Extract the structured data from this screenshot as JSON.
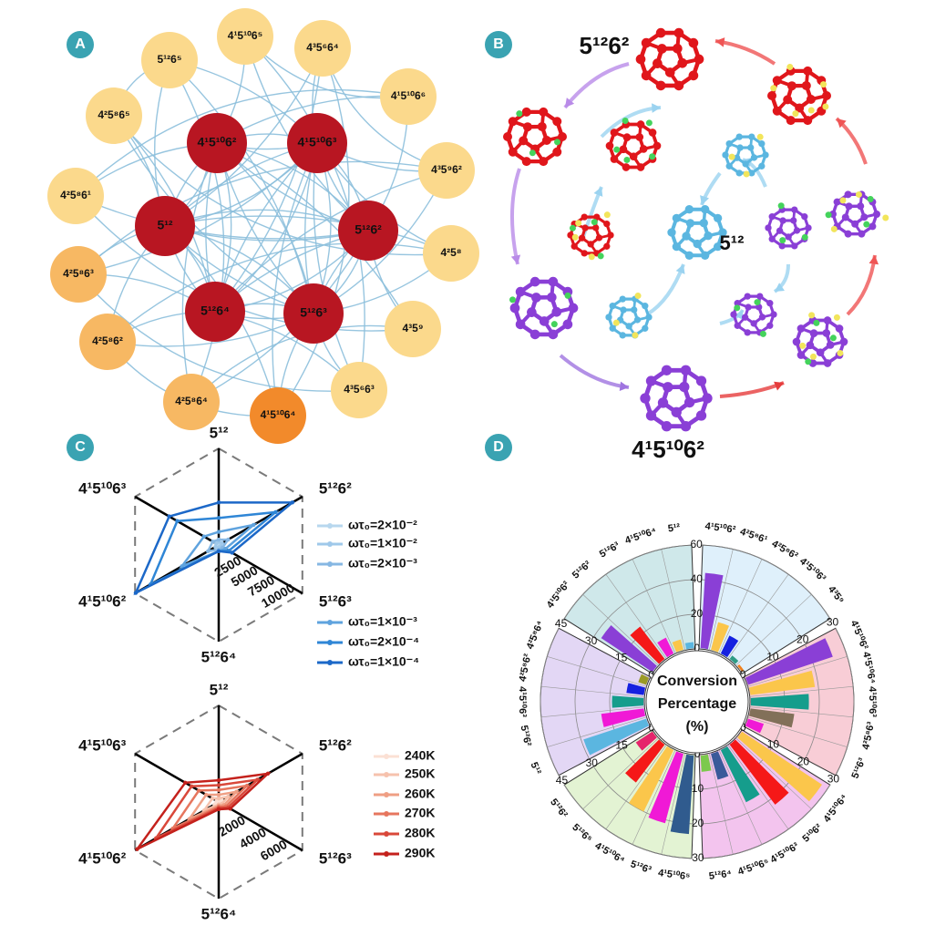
{
  "panels": {
    "A": "A",
    "B": "B",
    "C": "C",
    "D": "D"
  },
  "colors": {
    "badge": "#3aa3b2",
    "hub": "#b81622",
    "edge": "#8cbfdc",
    "leaf_pale": "#fbd98c",
    "leaf_mid": "#f7b863",
    "leaf_orange": "#f28a2b",
    "blue_cage": "#5bb6e0",
    "red_cage": "#e0161b",
    "purple_cage": "#8a3fd6"
  },
  "network": {
    "hubs": [
      {
        "id": "h1",
        "base": "4",
        "exps": [
          "1",
          "10",
          "2"
        ],
        "mid": [
          "5",
          "6"
        ],
        "text": "4¹5¹⁰6²"
      },
      {
        "id": "h2",
        "text": "4¹5¹⁰6³"
      },
      {
        "id": "h3",
        "text": "5¹²"
      },
      {
        "id": "h4",
        "text": "5¹²6²"
      },
      {
        "id": "h5",
        "text": "5¹²6⁴"
      },
      {
        "id": "h6",
        "text": "5¹²6³"
      }
    ],
    "leaves": [
      {
        "id": "l1",
        "text": "4¹5¹⁰6⁵",
        "shade": "pale"
      },
      {
        "id": "l2",
        "text": "5¹²6⁵",
        "shade": "pale"
      },
      {
        "id": "l3",
        "text": "4³5⁶6⁴",
        "shade": "pale"
      },
      {
        "id": "l4",
        "text": "4¹5¹⁰6⁶",
        "shade": "pale"
      },
      {
        "id": "l5",
        "text": "4²5⁸6⁵",
        "shade": "pale"
      },
      {
        "id": "l6",
        "text": "4³5⁹6²",
        "shade": "pale"
      },
      {
        "id": "l7",
        "text": "4²5⁸6¹",
        "shade": "pale"
      },
      {
        "id": "l8",
        "text": "4²5⁸",
        "shade": "pale"
      },
      {
        "id": "l9",
        "text": "4²5⁸6³",
        "shade": "mid"
      },
      {
        "id": "l10",
        "text": "4³5⁹",
        "shade": "pale"
      },
      {
        "id": "l11",
        "text": "4²5⁸6²",
        "shade": "mid"
      },
      {
        "id": "l12",
        "text": "4³5⁶6³",
        "shade": "pale"
      },
      {
        "id": "l13",
        "text": "4²5⁸6⁴",
        "shade": "mid"
      },
      {
        "id": "l14",
        "text": "4¹5¹⁰6⁴",
        "shade": "orange"
      }
    ]
  },
  "cycle": {
    "top_label": "5¹²6²",
    "center_label": "5¹²",
    "bottom_label": "4¹5¹⁰6²"
  },
  "chart_data": [
    {
      "type": "radar",
      "axes": [
        "5¹²",
        "5¹²6²",
        "5¹²6³",
        "5¹²6⁴",
        "4¹5¹⁰6²",
        "4¹5¹⁰6³"
      ],
      "radial_ticks": [
        "2500",
        "5000",
        "7500",
        "10000"
      ],
      "rmax": 12500,
      "series": [
        {
          "name": "ωτ₀=2×10⁻²",
          "color": "#b7d7ee",
          "values": [
            300,
            300,
            200,
            200,
            300,
            300
          ]
        },
        {
          "name": "ωτ₀=1×10⁻²",
          "color": "#9fc8ea",
          "values": [
            400,
            500,
            300,
            300,
            500,
            400
          ]
        },
        {
          "name": "ωτ₀=2×10⁻³",
          "color": "#86b7e3",
          "values": [
            700,
            1400,
            600,
            600,
            1600,
            900
          ]
        },
        {
          "name": "ωτ₀=1×10⁻³",
          "color": "#5fa3de",
          "values": [
            1700,
            5200,
            1000,
            800,
            5500,
            2200
          ]
        },
        {
          "name": "ωτ₀=2×10⁻⁴",
          "color": "#2f86d6",
          "values": [
            3500,
            8500,
            1500,
            800,
            10200,
            6200
          ]
        },
        {
          "name": "ωτ₀=1×10⁻⁴",
          "color": "#1c68c8",
          "values": [
            5500,
            11000,
            2000,
            800,
            12400,
            7400
          ]
        }
      ]
    },
    {
      "type": "radar",
      "axes": [
        "5¹²",
        "5¹²6²",
        "5¹²6³",
        "5¹²6⁴",
        "4¹5¹⁰6²",
        "4¹5¹⁰6³"
      ],
      "radial_ticks": [
        "2000",
        "4000",
        "6000"
      ],
      "rmax": 8000,
      "series": [
        {
          "name": "240K",
          "color": "#fbe0d4",
          "values": [
            150,
            300,
            150,
            100,
            400,
            200
          ]
        },
        {
          "name": "250K",
          "color": "#f6c2ad",
          "values": [
            300,
            900,
            300,
            200,
            1400,
            600
          ]
        },
        {
          "name": "260K",
          "color": "#ef9f84",
          "values": [
            600,
            1700,
            500,
            300,
            2800,
            1200
          ]
        },
        {
          "name": "270K",
          "color": "#e6765e",
          "values": [
            1000,
            2700,
            700,
            400,
            4400,
            1900
          ]
        },
        {
          "name": "280K",
          "color": "#d9483a",
          "values": [
            1400,
            3700,
            900,
            500,
            6000,
            2600
          ]
        },
        {
          "name": "290K",
          "color": "#c4211c",
          "values": [
            1800,
            4700,
            1100,
            600,
            7800,
            3200
          ]
        }
      ]
    },
    {
      "type": "bar",
      "polar": true,
      "center_title": [
        "Conversion",
        "Percentage",
        "(%)"
      ],
      "sectors": [
        {
          "name": "s_tl",
          "fill": "#cfe8ea",
          "max": 45,
          "ticks": [
            "0",
            "15",
            "30",
            "45"
          ],
          "labels": [
            "4¹5¹⁰6²",
            "5¹²6²",
            "5¹²6³",
            "4¹5¹⁰6⁴",
            "5¹²"
          ],
          "values": [
            27,
            18,
            8,
            5,
            3
          ],
          "colors": [
            "#8a3fd6",
            "#f51818",
            "#f019d6",
            "#fbc64b",
            "#5bb6e0"
          ]
        },
        {
          "name": "s_tr",
          "fill": "#dff0fb",
          "max": 60,
          "ticks": [
            "0",
            "20",
            "40",
            "60"
          ],
          "labels": [
            "4¹5¹⁰6²",
            "4²5⁸6¹",
            "4²5⁸6²",
            "4¹5¹⁰6³",
            "4³5⁹"
          ],
          "values": [
            44,
            17,
            12,
            3,
            2
          ],
          "colors": [
            "#8a3fd6",
            "#fbc64b",
            "#1521e0",
            "#2e9b85",
            "#f0801c"
          ]
        },
        {
          "name": "s_r",
          "fill": "#f8cdd6",
          "max": 30,
          "ticks": [
            "0",
            "10",
            "20",
            "30"
          ],
          "labels": [
            "4¹5¹⁰6²",
            "4¹5¹⁰6⁴",
            "4¹5¹⁰6³",
            "4²5⁸6³",
            "5¹²6³"
          ],
          "values": [
            26,
            19,
            17,
            13,
            5
          ],
          "colors": [
            "#8a3fd6",
            "#fbc64b",
            "#159d8c",
            "#827059",
            "#f019d6"
          ]
        },
        {
          "name": "s_br",
          "fill": "#f3c4ee",
          "max": 30,
          "ticks": [
            "0",
            "10",
            "20",
            "30"
          ],
          "labels": [
            "4¹5¹⁰6⁴",
            "5¹⁰6²",
            "4¹5¹⁰6³",
            "4¹5¹⁰6⁵",
            "5¹²6⁴"
          ],
          "values": [
            28,
            22,
            17,
            8,
            5
          ],
          "colors": [
            "#fbc64b",
            "#f51818",
            "#159d8c",
            "#3a5a9a",
            "#7cc94d"
          ]
        },
        {
          "name": "s_bl",
          "fill": "#e3f3d3",
          "max": 30,
          "ticks": [
            "0",
            "10",
            "20",
            "30"
          ],
          "labels": [
            "4¹5¹⁰6⁵",
            "5¹²6³",
            "4¹5¹⁰6⁴",
            "5¹²6⁵",
            "5¹²6²"
          ],
          "values": [
            23,
            21,
            20,
            14,
            6
          ],
          "colors": [
            "#305b8e",
            "#f019d6",
            "#fbc64b",
            "#f51818",
            "#e6246c"
          ]
        },
        {
          "name": "s_l",
          "fill": "#e3d7f5",
          "max": 45,
          "ticks": [
            "0",
            "15",
            "30",
            "45"
          ],
          "labels": [
            "5¹²",
            "5¹²6²",
            "4¹5¹⁰6³",
            "4²5⁸6²",
            "4²5⁸6⁴"
          ],
          "values": [
            29,
            19,
            14,
            8,
            4
          ],
          "colors": [
            "#5bb6e0",
            "#f019d6",
            "#159d8c",
            "#1521e0",
            "#9a9a26"
          ]
        }
      ]
    }
  ]
}
